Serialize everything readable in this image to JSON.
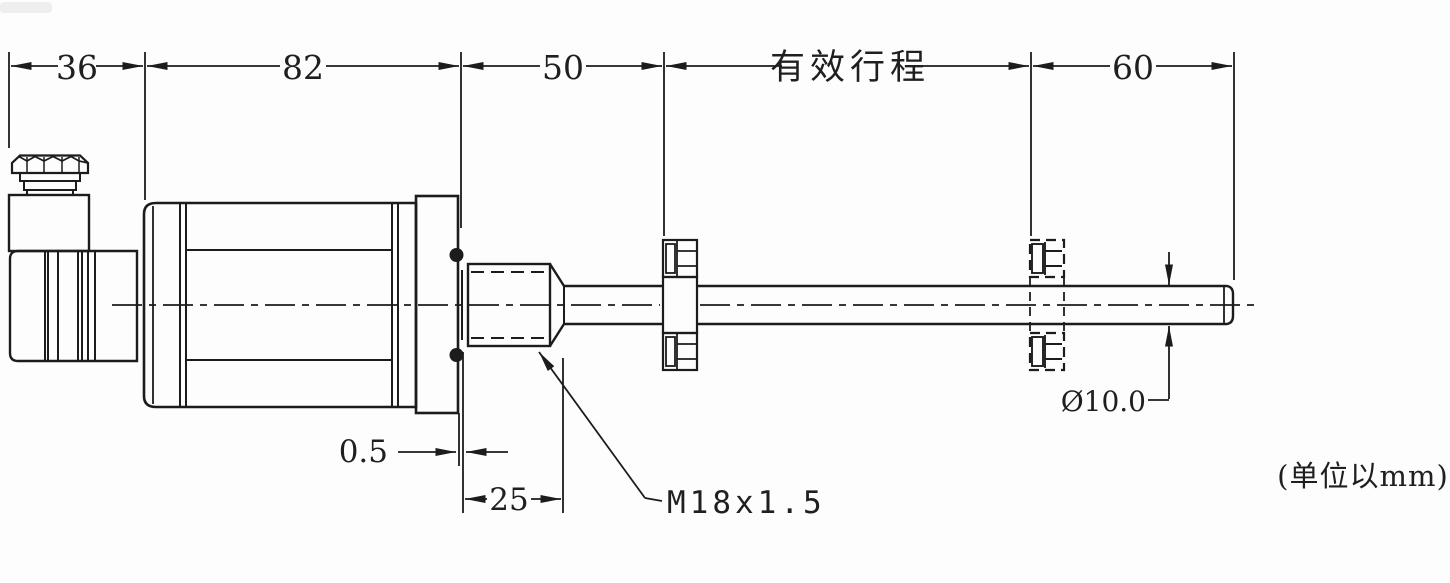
{
  "labels": {
    "dim_connector_len": "36",
    "dim_body_len": "82",
    "dim_null_zone": "50",
    "dim_effective_stroke": "有效行程",
    "dim_end_zone": "60",
    "dim_flange_gap": "0.5",
    "dim_thread_len": "25",
    "thread_spec": "M18x1.5",
    "rod_diameter": "Ø10.0",
    "unit_note": "(单位以mm)"
  },
  "colors": {
    "line": "#1c1c1c",
    "text": "#1f1f1f",
    "background": "#fdfdfd"
  }
}
